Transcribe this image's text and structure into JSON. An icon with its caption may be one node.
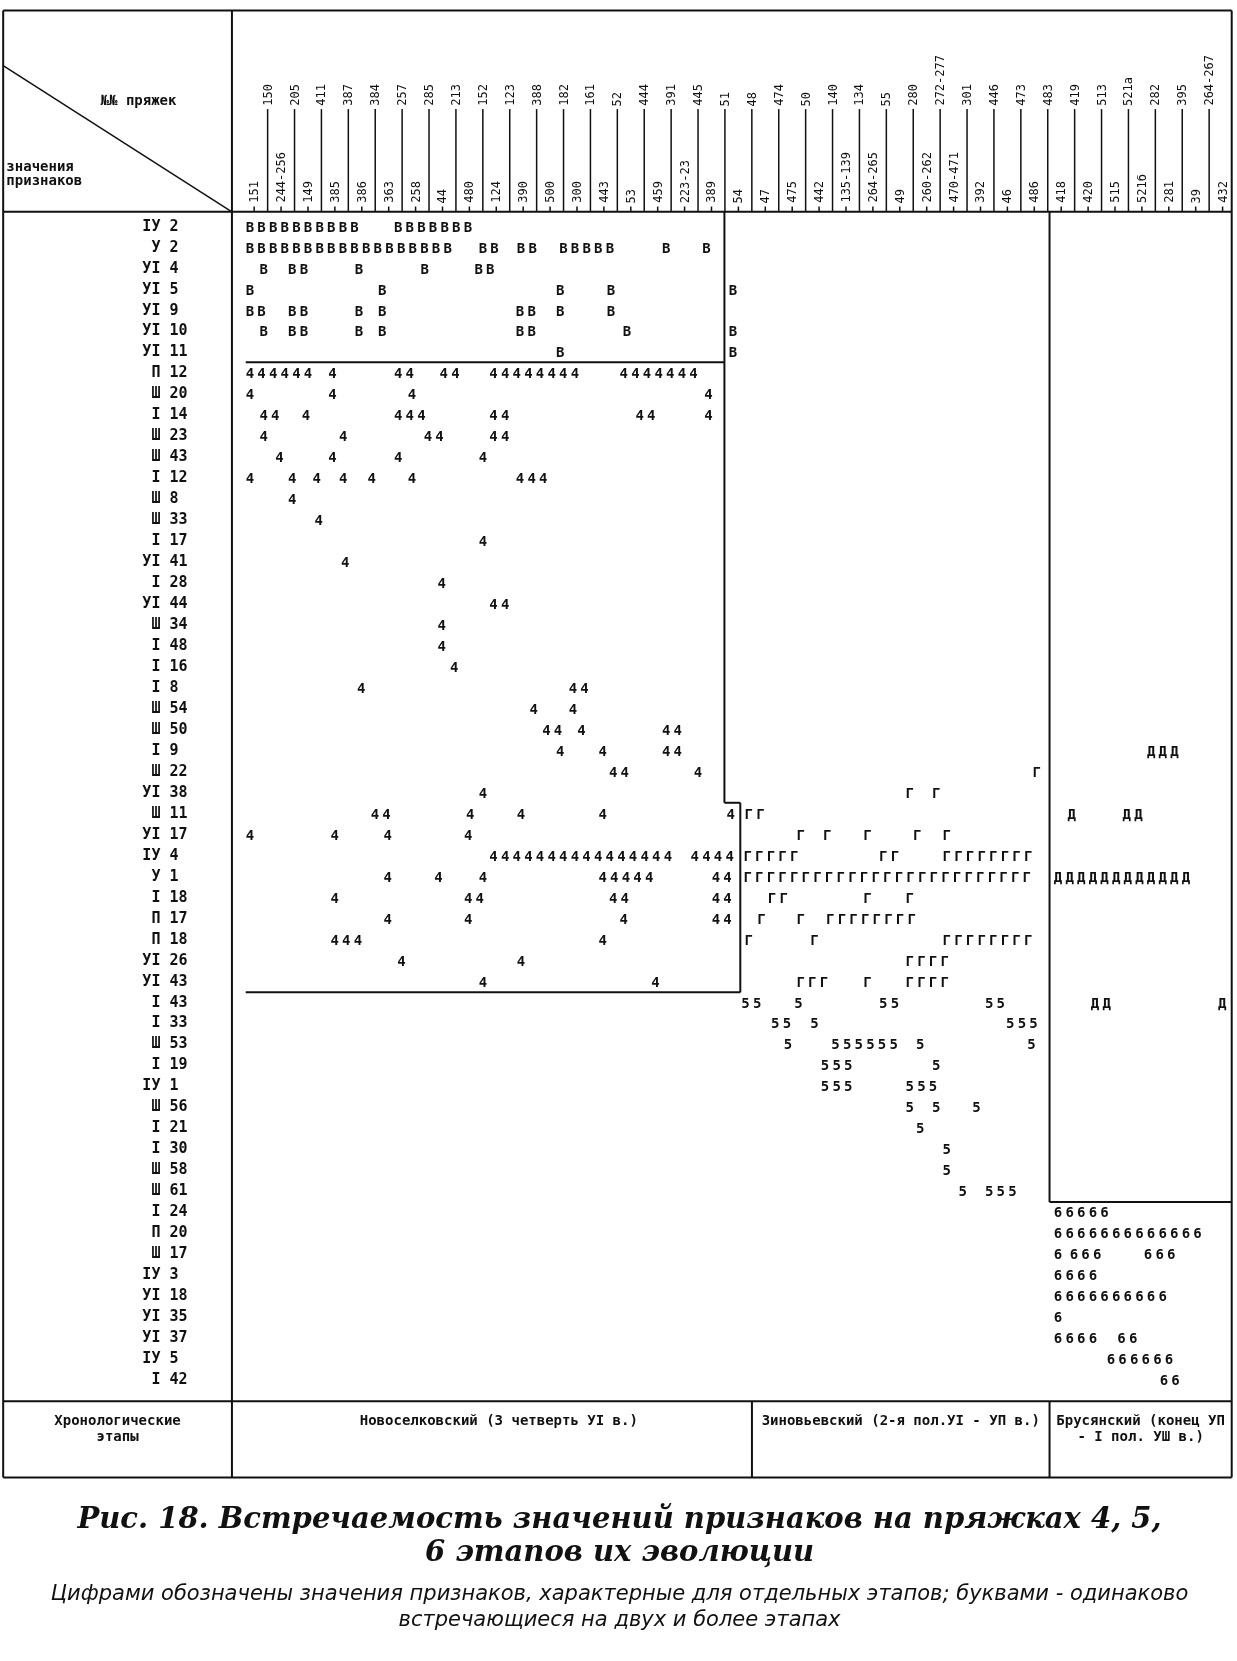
{
  "diagram": {
    "title": "Рис. 18. Встречаемость значений признаков на пряжках 4, 5, 6 этапов их эволюции",
    "caption": "Цифрами обозначены значения признаков, характерные для отдельных этапов; буквами - одинаково встречающиеся на двух и более этапах",
    "labels": [
      "№№ пряжек",
      "значения признаков",
      "151",
      "150",
      "244-256",
      "205",
      "149",
      "411",
      "385",
      "387",
      "386",
      "384",
      "363",
      "257",
      "258",
      "285",
      "44",
      "213",
      "480",
      "152",
      "124",
      "123",
      "390",
      "388",
      "500",
      "182",
      "300",
      "161",
      "443",
      "52",
      "53",
      "444",
      "459",
      "391",
      "223-23",
      "445",
      "389",
      "51",
      "54",
      "48",
      "47",
      "474",
      "475",
      "50",
      "442",
      "140",
      "135-139",
      "134",
      "264-265",
      "55",
      "49",
      "280",
      "260-262",
      "272-277",
      "470-471",
      "301",
      "392",
      "446",
      "46",
      "473",
      "486",
      "483",
      "418",
      "419",
      "420",
      "513",
      "515",
      "521а",
      "521б",
      "282",
      "281",
      "395",
      "39",
      "264-267",
      "432",
      "IУ 2",
      "У 2",
      "УI 4",
      "УI 5",
      "УI 9",
      "УI 10",
      "УI 11",
      "П 12",
      "Ш 20",
      "I 14",
      "Ш 23",
      "Ш 43",
      "I 12",
      "Ш 8",
      "Ш 33",
      "I 17",
      "УI 41",
      "I 28",
      "УI 44",
      "Ш 34",
      "I 48",
      "I 16",
      "I 8",
      "Ш 54",
      "Ш 50",
      "I 9",
      "Ш 22",
      "УI 38",
      "Ш 11",
      "УI 17",
      "IУ 4",
      "У 1",
      "I 18",
      "П 17",
      "П 18",
      "УI 26",
      "УI 43",
      "I 43",
      "I 33",
      "Ш 53",
      "I 19",
      "IУ 1",
      "Ш 56",
      "I 21",
      "I 30",
      "Ш 58",
      "Ш 61",
      "I 24",
      "П 20",
      "Ш 17",
      "IУ 3",
      "УI 18",
      "УI 35",
      "УI 37",
      "IУ 5",
      "I 42",
      "ВВВВВВВВВВ",
      "ВВВВВВВ",
      "ВВВВВВВВВВВВВВВВВВ",
      "ВВ",
      "ВВ",
      "ВВВВВ",
      "В",
      "В",
      "В",
      "ВВ",
      "В",
      "В",
      "ВВ",
      "В",
      "В",
      "В",
      "В",
      "В",
      "ВВ",
      "ВВ",
      "В",
      "В",
      "ВВ",
      "В",
      "В",
      "В",
      "ВВ",
      "В",
      "В",
      "ВВ",
      "В",
      "В",
      "В",
      "В",
      "444444",
      "4",
      "44",
      "44",
      "44444444",
      "4444444",
      "4",
      "4",
      "4",
      "4",
      "44",
      "4",
      "444",
      "44",
      "44",
      "4",
      "4",
      "4",
      "44",
      "44",
      "4",
      "4",
      "4",
      "4",
      "4",
      "4",
      "4",
      "4",
      "4",
      "4",
      "444",
      "4",
      "4",
      "4",
      "4",
      "4",
      "44",
      "4",
      "4",
      "4",
      "4",
      "44",
      "4",
      "4",
      "44",
      "4",
      "44",
      "4",
      "4",
      "44",
      "ДДД",
      "44",
      "4",
      "Г",
      "4",
      "Г",
      "Г",
      "44",
      "4",
      "4",
      "4",
      "4",
      "ГГ",
      "Д",
      "ДД",
      "4",
      "4",
      "4",
      "4",
      "Г",
      "Г",
      "Г",
      "Г",
      "Г",
      "4444444444444444",
      "4444",
      "ГГГГГ",
      "ГГ",
      "ГГГГГГГГ",
      "4",
      "4",
      "4",
      "44444",
      "44",
      "ГГГГГГГГГГГГГГГГГГГГГГГГГ",
      "ДДДДДДДДДДДД",
      "4",
      "44",
      "44",
      "44",
      "ГГ",
      "Г",
      "Г",
      "4",
      "4",
      "4",
      "44",
      "Г",
      "Г",
      "ГГГГГГГГ",
      "444",
      "4",
      "Г",
      "Г",
      "ГГГГГГГГ",
      "4",
      "4",
      "ГГГГ",
      "4",
      "4",
      "ГГГ",
      "Г",
      "ГГГГ",
      "55",
      "5",
      "55",
      "55",
      "ДД",
      "Д",
      "55",
      "5",
      "555",
      "5",
      "555555",
      "5",
      "5",
      "555",
      "5",
      "555",
      "555",
      "5",
      "5",
      "5",
      "5",
      "5",
      "5",
      "5",
      "555",
      "66666",
      "6666666666666",
      "6",
      "666",
      "666",
      "6666",
      "6666666666",
      "6",
      "6666",
      "66",
      "666666",
      "66",
      "Хронологические этапы",
      "Новоселковский (3 четверть УI в.)",
      "Зиновьевский (2-я пол.УI - УП в.)",
      "Брусянский (конец УП - I пол. УШ в.)"
    ]
  }
}
